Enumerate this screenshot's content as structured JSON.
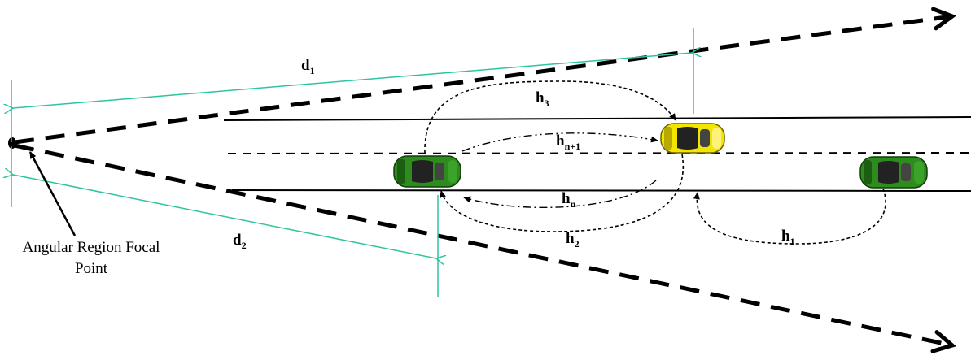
{
  "labels": {
    "d1": {
      "main": "d",
      "sub": "1"
    },
    "d2": {
      "main": "d",
      "sub": "2"
    },
    "h1": {
      "main": "h",
      "sub": "1"
    },
    "h2": {
      "main": "h",
      "sub": "2"
    },
    "h3": {
      "main": "h",
      "sub": "3"
    },
    "hn": {
      "main": "h",
      "sub": "n"
    },
    "hn1": {
      "main": "h",
      "sub": "n+1"
    }
  },
  "focal_caption": {
    "line1": "Angular Region Focal",
    "line2": "Point"
  },
  "colors": {
    "measure": "#2ec4a0",
    "car_green": "#2e8b1e",
    "car_green_dark": "#1b5e12",
    "car_yellow": "#f2e600",
    "car_yellow_dark": "#b8a800",
    "line": "#000000"
  },
  "vehicles": [
    {
      "name": "green-car-left",
      "color": "green"
    },
    {
      "name": "yellow-car",
      "color": "yellow"
    },
    {
      "name": "green-car-right",
      "color": "green"
    }
  ]
}
